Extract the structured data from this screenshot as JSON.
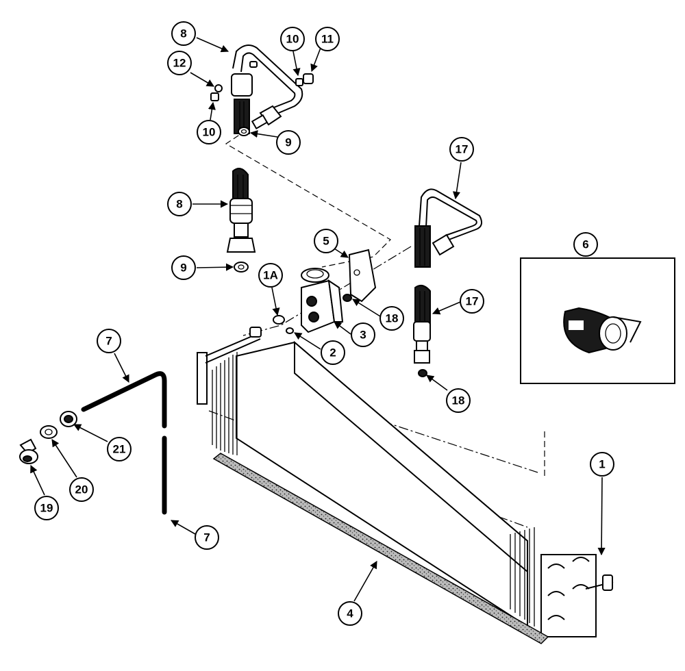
{
  "callouts": {
    "c8_top": "8",
    "c10_top": "10",
    "c11": "11",
    "c12": "12",
    "c10_left": "10",
    "c9_top": "9",
    "c17_top": "17",
    "c8_mid": "8",
    "c5": "5",
    "c6": "6",
    "c9_mid": "9",
    "c1A": "1A",
    "c17_mid": "17",
    "c18_a": "18",
    "c3": "3",
    "c2": "2",
    "c7_top": "7",
    "c18_b": "18",
    "c21": "21",
    "c20": "20",
    "c19": "19",
    "c1": "1",
    "c7_bot": "7",
    "c4": "4"
  },
  "colors": {
    "ink": "#000000",
    "paper": "#ffffff",
    "fill_dark": "#1a1a1a"
  },
  "icons": {
    "tape_roll": "tape-roll-icon"
  }
}
